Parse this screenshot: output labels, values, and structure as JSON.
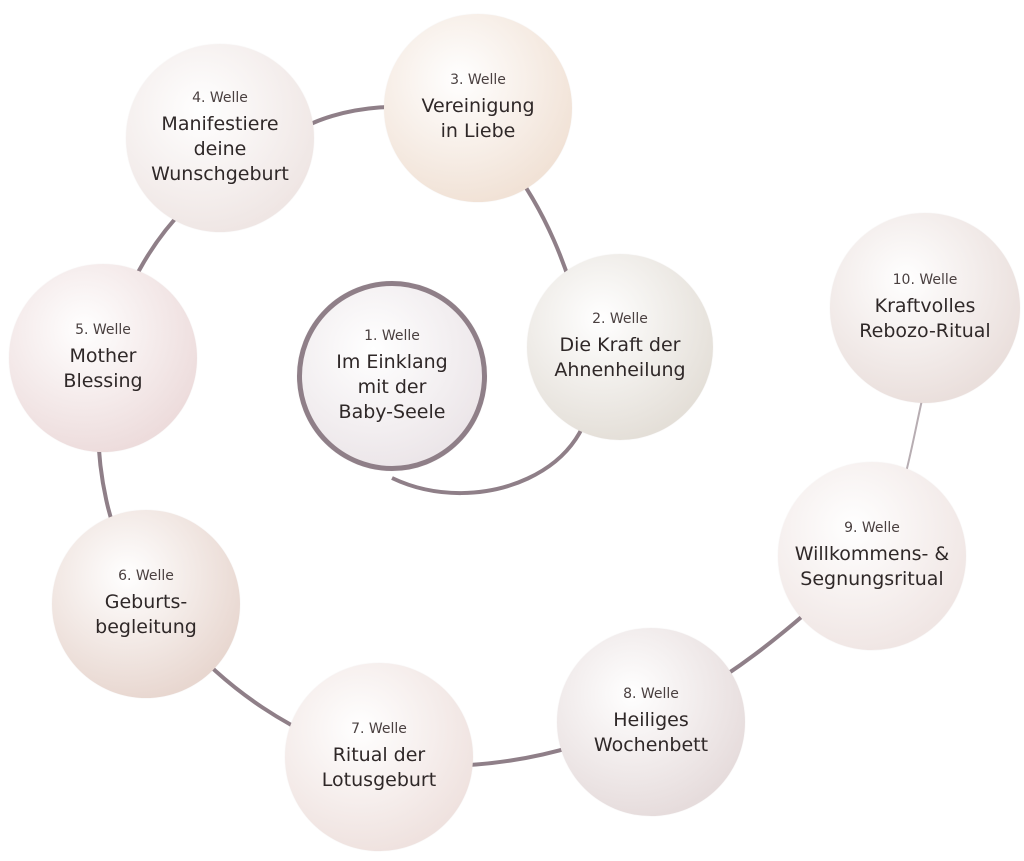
{
  "waves": [
    {
      "number": "1. Welle",
      "title": "Im Einklang\nmit der\nBaby-Seele",
      "bg": "#ece6e9"
    },
    {
      "number": "2. Welle",
      "title": "Die Kraft der\nAhnenheilung",
      "bg": "#e4dfd8"
    },
    {
      "number": "3. Welle",
      "title": "Vereinigung\nin Liebe",
      "bg": "#f1e2d6"
    },
    {
      "number": "4. Welle",
      "title": "Manifestiere\ndeine\nWunschgeburt",
      "bg": "#efe6e4"
    },
    {
      "number": "5. Welle",
      "title": "Mother\nBlessing",
      "bg": "#eddcdc"
    },
    {
      "number": "6. Welle",
      "title": "Geburts-\nbegleitung",
      "bg": "#e8d7d0"
    },
    {
      "number": "7. Welle",
      "title": "Ritual der\nLotusgeburt",
      "bg": "#efe2df"
    },
    {
      "number": "8. Welle",
      "title": "Heiliges\nWochenbett",
      "bg": "#e6dcdc"
    },
    {
      "number": "9. Welle",
      "title": "Willkommens- &\nSegnungsritual",
      "bg": "#f0e6e4"
    },
    {
      "number": "10. Welle",
      "title": "Kraftvolles\nRebozo-Ritual",
      "bg": "#eadfdc"
    }
  ],
  "colors": {
    "path": "#8f7f88",
    "path_light": "#b7adb2",
    "ring1": "#8f7f88"
  }
}
